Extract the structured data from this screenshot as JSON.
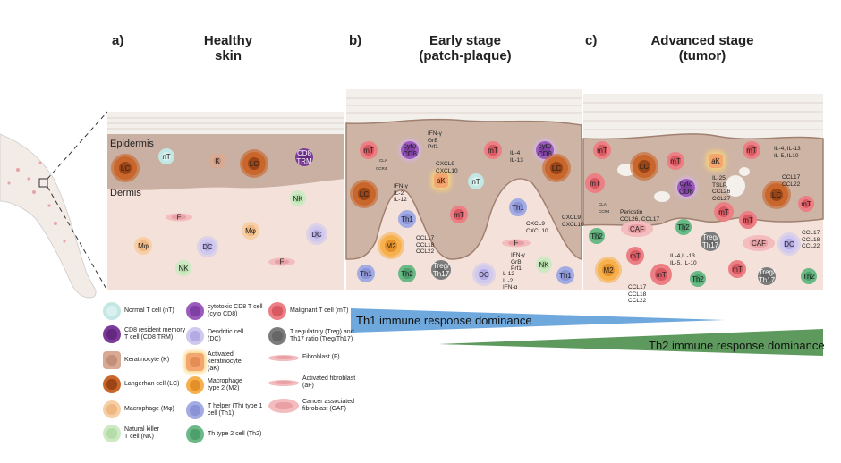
{
  "panels": [
    {
      "letter": "a)",
      "title": "Healthy\nskin",
      "layers": [
        "Epidermis",
        "Dermis"
      ]
    },
    {
      "letter": "b)",
      "title": "Early stage\n(patch-plaque)"
    },
    {
      "letter": "c)",
      "title": "Advanced stage\n(tumor)"
    }
  ],
  "cell_colors": {
    "nT": [
      "#c3e7e4",
      "#d9f1ef"
    ],
    "mT": [
      "#ec7f84",
      "#d95962"
    ],
    "cyto": [
      "#9a5bbd",
      "#7f3fa3"
    ],
    "K": [
      "#d9aa93",
      "#c48f78"
    ],
    "LC": [
      "#c9662c",
      "#9b4415"
    ],
    "Mp": [
      "#f6cfa6",
      "#efb883"
    ],
    "NK": [
      "#cdeac4",
      "#b4ddaa"
    ],
    "DC": [
      "#cfc8ef",
      "#b4aae4"
    ],
    "Th1": [
      "#a3abe3",
      "#8a93d6"
    ],
    "Th2": [
      "#6ab987",
      "#4d9f6b"
    ],
    "Treg": [
      "#7c7c7c",
      "#666666"
    ],
    "aK": [
      "#f4a670",
      "#e58d55"
    ],
    "M2": [
      "#f7b04e",
      "#e4902a"
    ],
    "F": [
      "#f3bcbe",
      "#e8a0a4"
    ],
    "CAF": [
      "#f3bcbe",
      "#e8a0a4"
    ],
    "CD8trm": [
      "#7c3b9a",
      "#65287f"
    ]
  },
  "cells_a": [
    {
      "type": "LC",
      "label": "LC"
    },
    {
      "type": "nT",
      "label": "nT"
    },
    {
      "type": "K",
      "label": "K"
    },
    {
      "type": "LC",
      "label": "LC"
    },
    {
      "type": "CD8trm",
      "label": "CD8\nTRM"
    },
    {
      "type": "NK",
      "label": "NK"
    },
    {
      "type": "DC",
      "label": "DC"
    },
    {
      "type": "F",
      "label": "F"
    },
    {
      "type": "Mp",
      "label": "Mφ"
    },
    {
      "type": "DC",
      "label": "DC"
    },
    {
      "type": "Mp",
      "label": "Mφ"
    },
    {
      "type": "NK",
      "label": "NK"
    },
    {
      "type": "F",
      "label": "F"
    }
  ],
  "cells_b": [
    {
      "type": "mT",
      "label": "mT"
    },
    {
      "type": "cyto",
      "label": "cyto\nCD8"
    },
    {
      "type": "mT",
      "label": "mT"
    },
    {
      "type": "cyto",
      "label": "cyto\nCD8"
    },
    {
      "type": "aK",
      "label": "aK"
    },
    {
      "type": "nT",
      "label": "nT"
    },
    {
      "type": "LC",
      "label": "LC"
    },
    {
      "type": "Th1",
      "label": "Th1"
    },
    {
      "type": "mT",
      "label": "mT"
    },
    {
      "type": "Th1",
      "label": "Th1"
    },
    {
      "type": "LC",
      "label": "LC"
    },
    {
      "type": "M2",
      "label": "M2"
    },
    {
      "type": "F",
      "label": "F"
    },
    {
      "type": "NK",
      "label": "NK"
    },
    {
      "type": "DC",
      "label": "DC"
    },
    {
      "type": "Th1",
      "label": "Th1"
    },
    {
      "type": "Th2",
      "label": "Th2"
    },
    {
      "type": "Treg",
      "label": "Treg/\nTh17"
    },
    {
      "type": "Th1",
      "label": "Th1"
    }
  ],
  "cells_c": [
    {
      "type": "mT",
      "label": "mT"
    },
    {
      "type": "LC",
      "label": "LC"
    },
    {
      "type": "mT",
      "label": "mT"
    },
    {
      "type": "aK",
      "label": "aK"
    },
    {
      "type": "mT",
      "label": "mT"
    },
    {
      "type": "mT",
      "label": "mT"
    },
    {
      "type": "cyto",
      "label": "cyto\nCD8"
    },
    {
      "type": "LC",
      "label": "LC"
    },
    {
      "type": "mT",
      "label": "mT"
    },
    {
      "type": "mT",
      "label": "mT"
    },
    {
      "type": "mT",
      "label": "mT"
    },
    {
      "type": "Th2",
      "label": "Th2"
    },
    {
      "type": "Th2",
      "label": "Th2"
    },
    {
      "type": "CAF",
      "label": "CAF"
    },
    {
      "type": "Treg",
      "label": "Treg/\nTh17"
    },
    {
      "type": "CAF",
      "label": "CAF"
    },
    {
      "type": "DC",
      "label": "DC"
    },
    {
      "type": "M2",
      "label": "M2"
    },
    {
      "type": "mT",
      "label": "mT"
    },
    {
      "type": "mT",
      "label": "mT"
    },
    {
      "type": "Th2",
      "label": "Th2"
    },
    {
      "type": "mT",
      "label": "mT"
    },
    {
      "type": "Treg",
      "label": "Treg/\nTh17"
    },
    {
      "type": "Th2",
      "label": "Th2"
    }
  ],
  "annotations_b": [
    "IFN-γ\nGrB\nPrf1",
    "CLA",
    "CCR4",
    "CXCL9\nCXCL10",
    "IL-4\nIL-13",
    "IFN-γ\nIL-2\nIL-12",
    "CCL17\nCCL18\nCCL22",
    "CXCL9\nCXCL10",
    "CXCL9\nCXCL10",
    "IFN-γ\nGrB\nPrf1",
    "L-12\nIL-2\nIFN-α"
  ],
  "annotations_c": [
    "IL-4, IL-13\nIL-5, IL10",
    "IL-25\nTSLP,\nCCL26\nCCL27",
    "CLA",
    "CCR4",
    "CCL17\nCCL22",
    "Periostin\nCCL26, CCL17",
    "IL-4,IL-13\nIL-5, IL-10",
    "CCL17\nCCL18\nCCL22",
    "CCL17\nCCL18\nCCL22"
  ],
  "legend": [
    {
      "type": "nT",
      "text": "Normal T cell (nT)"
    },
    {
      "type": "CD8trm",
      "text": "CD8 resident  memory\nT cell (CD8 TRM)"
    },
    {
      "type": "K",
      "text": "Keratinocyte (K)"
    },
    {
      "type": "LC",
      "text": "Langerhan cell (LC)"
    },
    {
      "type": "Mp",
      "text": "Macrophage (Mφ)"
    },
    {
      "type": "NK",
      "text": "Natural killer\nT cell (NK)"
    },
    {
      "type": "cyto",
      "text": "cytotoxic CD8 T cell\n(cyto CD8)"
    },
    {
      "type": "DC",
      "text": "Dendritic cell\n(DC)"
    },
    {
      "type": "aK",
      "text": "Activated\nkeratinocyte\n(aK)"
    },
    {
      "type": "M2",
      "text": "Macrophage\ntype 2 (M2)"
    },
    {
      "type": "Th1",
      "text": "T helper (Th) type 1\ncell (Th1)"
    },
    {
      "type": "Th2",
      "text": "Th type 2 cell (Th2)"
    },
    {
      "type": "mT",
      "text": "Malignant T cell (mT)"
    },
    {
      "type": "Treg",
      "text": "T regulatory (Treg) and\nTh17 ratio (Treg/Th17)"
    },
    {
      "type": "F",
      "text": "Fibroblast (F)"
    },
    {
      "type": "F",
      "text": "Activated fibroblast\n(aF)"
    },
    {
      "type": "CAF",
      "text": "Cancer associated\nfibroblast (CAF)"
    }
  ],
  "gradients": {
    "th1": {
      "label": "Th1 immune response dominance",
      "color": "#6fa8dc"
    },
    "th2": {
      "label": "Th2 immune response dominance",
      "color": "#5e9a5e"
    }
  }
}
